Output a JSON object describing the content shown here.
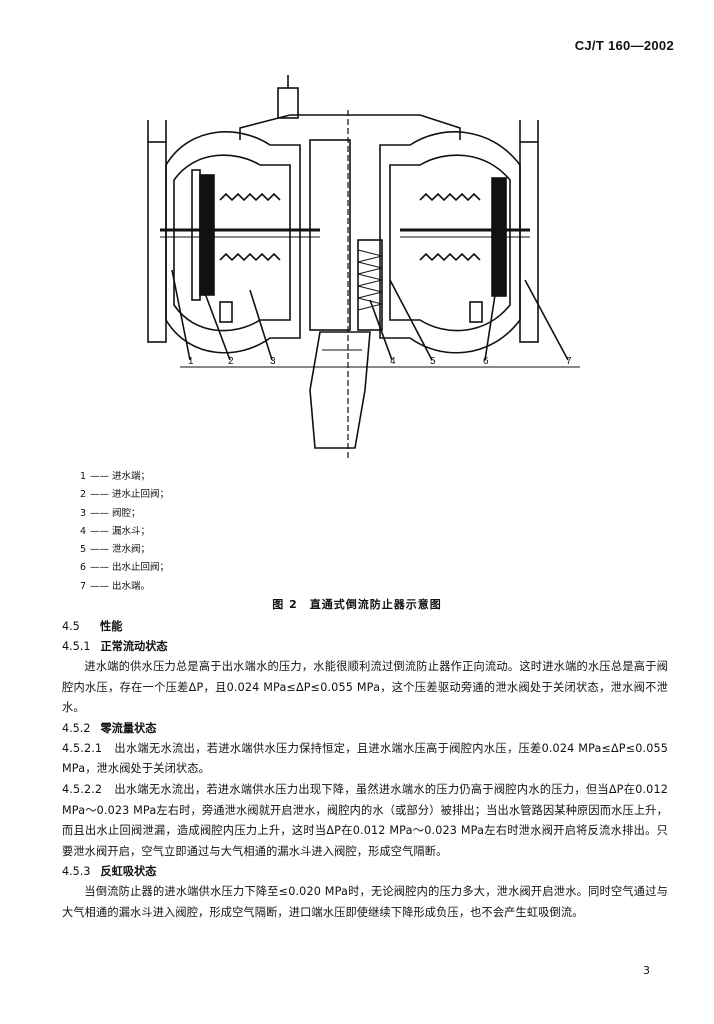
{
  "header": {
    "standard_code": "CJ/T 160—2002"
  },
  "figure": {
    "callouts": [
      "1",
      "2",
      "3",
      "4",
      "5",
      "6",
      "7"
    ],
    "legend": [
      {
        "num": "1",
        "dash": "——",
        "text": "进水端；"
      },
      {
        "num": "2",
        "dash": "——",
        "text": "进水止回阀；"
      },
      {
        "num": "3",
        "dash": "——",
        "text": "阀腔；"
      },
      {
        "num": "4",
        "dash": "——",
        "text": "漏水斗；"
      },
      {
        "num": "5",
        "dash": "——",
        "text": "泄水阀；"
      },
      {
        "num": "6",
        "dash": "——",
        "text": "出水止回阀；"
      },
      {
        "num": "7",
        "dash": "——",
        "text": "出水端。"
      }
    ],
    "caption": "图 2　直通式倒流防止器示意图"
  },
  "sections": {
    "s45": {
      "num": "4.5",
      "title": "性能"
    },
    "s451": {
      "num": "4.5.1",
      "title": "正常流动状态",
      "para": "进水端的供水压力总是高于出水端水的压力，水能很顺利流过倒流防止器作正向流动。这时进水端的水压总是高于阀腔内水压，存在一个压差ΔP，且0.024 MPa≤ΔP≤0.055 MPa，这个压差驱动旁通的泄水阀处于关闭状态，泄水阀不泄水。"
    },
    "s452": {
      "num": "4.5.2",
      "title": "零流量状态"
    },
    "s4521": {
      "num": "4.5.2.1",
      "para": "出水端无水流出，若进水端供水压力保持恒定，且进水端水压高于阀腔内水压，压差0.024 MPa≤ΔP≤0.055 MPa，泄水阀处于关闭状态。"
    },
    "s4522": {
      "num": "4.5.2.2",
      "para": "出水端无水流出，若进水端供水压力出现下降，虽然进水端水的压力仍高于阀腔内水的压力，但当ΔP在0.012 MPa～0.023 MPa左右时，旁通泄水阀就开启泄水，阀腔内的水（或部分）被排出；当出水管路因某种原因而水压上升，而且出水止回阀泄漏，造成阀腔内压力上升，这时当ΔP在0.012 MPa～0.023 MPa左右时泄水阀开启将反流水排出。只要泄水阀开启，空气立即通过与大气相通的漏水斗进入阀腔，形成空气隔断。"
    },
    "s453": {
      "num": "4.5.3",
      "title": "反虹吸状态",
      "para": "当倒流防止器的进水端供水压力下降至≤0.020 MPa时，无论阀腔内的压力多大，泄水阀开启泄水。同时空气通过与大气相通的漏水斗进入阀腔，形成空气隔断，进口端水压即使继续下降形成负压，也不会产生虹吸倒流。"
    }
  },
  "page_number": "3"
}
